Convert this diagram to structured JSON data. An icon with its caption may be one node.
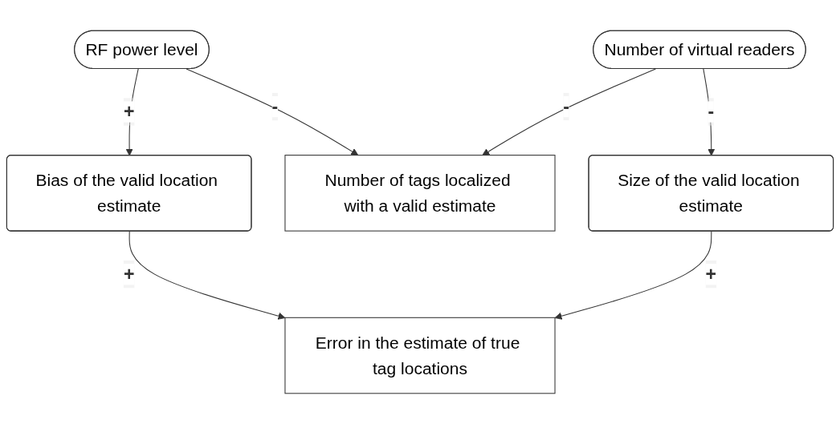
{
  "diagram": {
    "nodes": [
      {
        "text": [
          "RF power level"
        ]
      },
      {
        "text": [
          "Number of virtual readers"
        ]
      },
      {
        "text": [
          "Bias of the valid location estimate"
        ]
      },
      {
        "text": [
          "Number of tags localized with a valid estimate"
        ]
      },
      {
        "text": [
          "Size of the valid location estimate"
        ]
      },
      {
        "text": [
          "Error in the estimate of true tag locations"
        ]
      }
    ],
    "edges": [
      {
        "from": 0,
        "to": 2,
        "arrow": "to",
        "label": "+"
      },
      {
        "from": 0,
        "to": 3,
        "arrow": "to",
        "label": "-"
      },
      {
        "from": 1,
        "to": 3,
        "arrow": "to",
        "label": "-"
      },
      {
        "from": 1,
        "to": 4,
        "arrow": "to",
        "label": "-"
      },
      {
        "from": 2,
        "to": 5,
        "arrow": "to",
        "label": "+"
      },
      {
        "from": 4,
        "to": 5,
        "arrow": "to",
        "label": "+"
      }
    ]
  }
}
